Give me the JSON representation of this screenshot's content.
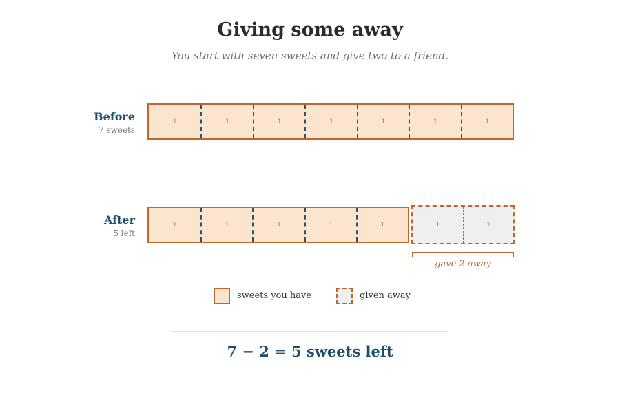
{
  "title": "Giving some away",
  "subtitle": "You start with seven sweets and give two to a friend.",
  "before": {
    "label": "Before",
    "count_text": "7 sweets",
    "units": [
      "1",
      "1",
      "1",
      "1",
      "1",
      "1",
      "1"
    ]
  },
  "after": {
    "label": "After",
    "count_text": "5 left",
    "kept_units": [
      "1",
      "1",
      "1",
      "1",
      "1"
    ],
    "given_units": [
      "1",
      "1"
    ],
    "given_label": "gave 2 away"
  },
  "legend": {
    "have": "sweets you have",
    "given": "given away"
  },
  "equation": "7 − 2 = 5 sweets left",
  "colors": {
    "kept_fill": "#fbe5cf",
    "outline": "#c0652c",
    "given_fill": "#efefef",
    "divider": "#2b5470",
    "label": "#1f4e6b"
  }
}
